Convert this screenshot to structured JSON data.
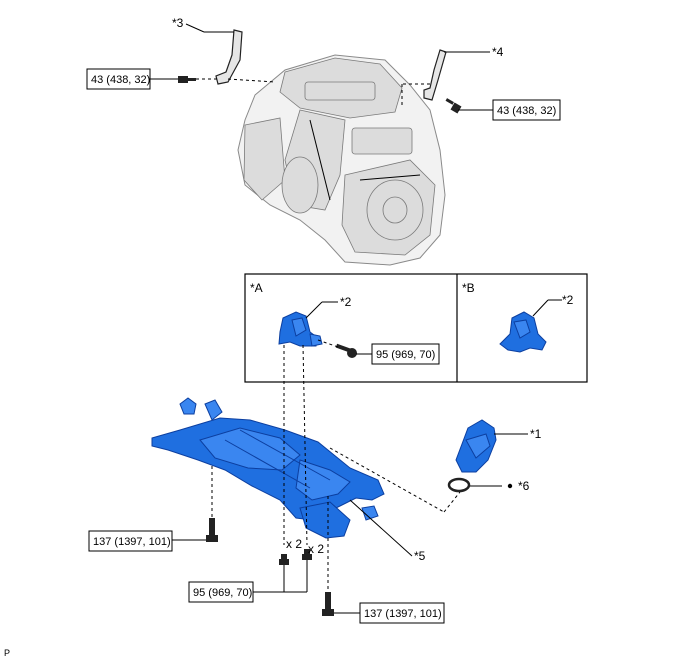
{
  "callouts": {
    "c1": "*1",
    "c2a": "*2",
    "c2b": "*2",
    "c3": "*3",
    "c4": "*4",
    "c5": "*5",
    "c6": "*6"
  },
  "views": {
    "a": "*A",
    "b": "*B"
  },
  "torques": {
    "t_left_top": "43 (438, 32)",
    "t_right_top": "43 (438, 32)",
    "t_view_a": "95 (969, 70)",
    "t_left_bottom": "137 (1397, 101)",
    "t_center_bottom": "95 (969, 70)",
    "t_right_bottom": "137 (1397, 101)"
  },
  "quantities": {
    "q1": "x 2",
    "q2": "x 2"
  },
  "corner_mark": "P"
}
